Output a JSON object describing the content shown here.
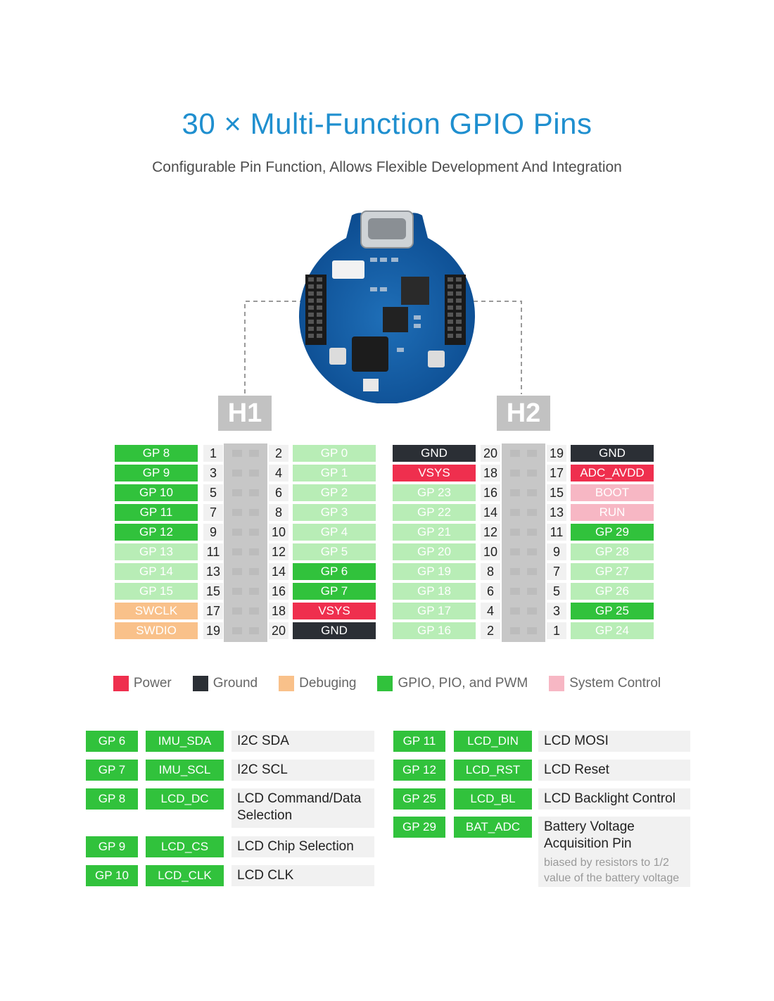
{
  "title": "30 × Multi-Function GPIO Pins",
  "subtitle": "Configurable Pin Function, Allows Flexible Development And Integration",
  "headers": {
    "h1": "H1",
    "h2": "H2"
  },
  "colors": {
    "gpio": "#31c23c",
    "gpio_light": "#b8edb6",
    "power": "#ef2f4e",
    "ground": "#2b2f35",
    "debug": "#f9c18a",
    "system": "#f7b7c4"
  },
  "h1_rows": [
    {
      "left": "GP 8",
      "lc": "gpio",
      "ln": "1",
      "rn": "2",
      "right": "GP 0",
      "rc": "gpio_light"
    },
    {
      "left": "GP 9",
      "lc": "gpio",
      "ln": "3",
      "rn": "4",
      "right": "GP 1",
      "rc": "gpio_light"
    },
    {
      "left": "GP 10",
      "lc": "gpio",
      "ln": "5",
      "rn": "6",
      "right": "GP 2",
      "rc": "gpio_light"
    },
    {
      "left": "GP 11",
      "lc": "gpio",
      "ln": "7",
      "rn": "8",
      "right": "GP 3",
      "rc": "gpio_light"
    },
    {
      "left": "GP 12",
      "lc": "gpio",
      "ln": "9",
      "rn": "10",
      "right": "GP 4",
      "rc": "gpio_light"
    },
    {
      "left": "GP 13",
      "lc": "gpio_light",
      "ln": "11",
      "rn": "12",
      "right": "GP 5",
      "rc": "gpio_light"
    },
    {
      "left": "GP 14",
      "lc": "gpio_light",
      "ln": "13",
      "rn": "14",
      "right": "GP 6",
      "rc": "gpio"
    },
    {
      "left": "GP 15",
      "lc": "gpio_light",
      "ln": "15",
      "rn": "16",
      "right": "GP 7",
      "rc": "gpio"
    },
    {
      "left": "SWCLK",
      "lc": "debug",
      "ln": "17",
      "rn": "18",
      "right": "VSYS",
      "rc": "power"
    },
    {
      "left": "SWDIO",
      "lc": "debug",
      "ln": "19",
      "rn": "20",
      "right": "GND",
      "rc": "ground"
    }
  ],
  "h2_rows": [
    {
      "left": "GND",
      "lc": "ground",
      "ln": "20",
      "rn": "19",
      "right": "GND",
      "rc": "ground"
    },
    {
      "left": "VSYS",
      "lc": "power",
      "ln": "18",
      "rn": "17",
      "right": "ADC_AVDD",
      "rc": "power"
    },
    {
      "left": "GP 23",
      "lc": "gpio_light",
      "ln": "16",
      "rn": "15",
      "right": "BOOT",
      "rc": "system"
    },
    {
      "left": "GP 22",
      "lc": "gpio_light",
      "ln": "14",
      "rn": "13",
      "right": "RUN",
      "rc": "system"
    },
    {
      "left": "GP 21",
      "lc": "gpio_light",
      "ln": "12",
      "rn": "11",
      "right": "GP 29",
      "rc": "gpio"
    },
    {
      "left": "GP 20",
      "lc": "gpio_light",
      "ln": "10",
      "rn": "9",
      "right": "GP 28",
      "rc": "gpio_light"
    },
    {
      "left": "GP 19",
      "lc": "gpio_light",
      "ln": "8",
      "rn": "7",
      "right": "GP 27",
      "rc": "gpio_light"
    },
    {
      "left": "GP 18",
      "lc": "gpio_light",
      "ln": "6",
      "rn": "5",
      "right": "GP 26",
      "rc": "gpio_light"
    },
    {
      "left": "GP 17",
      "lc": "gpio_light",
      "ln": "4",
      "rn": "3",
      "right": "GP 25",
      "rc": "gpio"
    },
    {
      "left": "GP 16",
      "lc": "gpio_light",
      "ln": "2",
      "rn": "1",
      "right": "GP 24",
      "rc": "gpio_light"
    }
  ],
  "legend": [
    {
      "label": "Power",
      "color": "power"
    },
    {
      "label": "Ground",
      "color": "ground"
    },
    {
      "label": "Debuging",
      "color": "debug"
    },
    {
      "label": "GPIO, PIO, and PWM",
      "color": "gpio"
    },
    {
      "label": "System Control",
      "color": "system"
    }
  ],
  "func_left": [
    {
      "gp": "GP 6",
      "sig": "IMU_SDA",
      "desc": "I2C SDA"
    },
    {
      "gp": "GP 7",
      "sig": "IMU_SCL",
      "desc": "I2C SCL"
    },
    {
      "gp": "GP 8",
      "sig": "LCD_DC",
      "desc": "LCD Command/Data Selection"
    },
    {
      "gp": "GP 9",
      "sig": "LCD_CS",
      "desc": "LCD Chip Selection"
    },
    {
      "gp": "GP 10",
      "sig": "LCD_CLK",
      "desc": "LCD CLK"
    }
  ],
  "func_right": [
    {
      "gp": "GP 11",
      "sig": "LCD_DIN",
      "desc": "LCD MOSI"
    },
    {
      "gp": "GP 12",
      "sig": "LCD_RST",
      "desc": "LCD Reset"
    },
    {
      "gp": "GP 25",
      "sig": "LCD_BL",
      "desc": "LCD Backlight Control"
    },
    {
      "gp": "GP 29",
      "sig": "BAT_ADC",
      "desc": "Battery Voltage Acquisition Pin",
      "note": "biased by resistors to 1/2 value of the battery voltage"
    }
  ]
}
